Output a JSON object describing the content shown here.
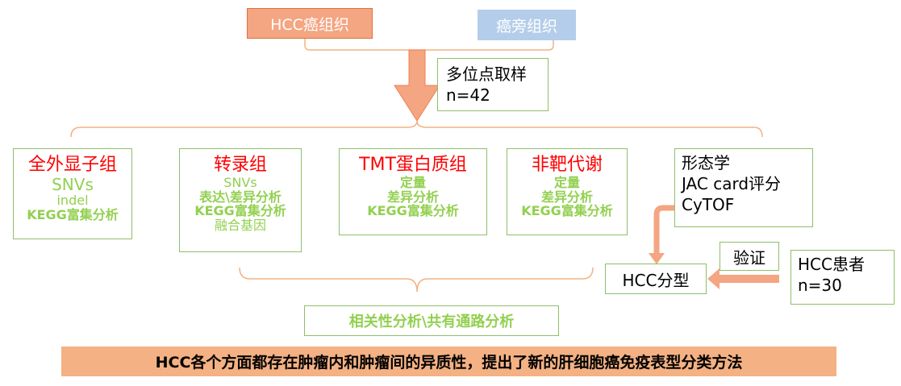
{
  "top": {
    "tumor_tissue": "HCC癌组织",
    "adjacent_tissue": "癌旁组织",
    "sampling_line1": "多位点取样",
    "sampling_line2": "n=42"
  },
  "omics": [
    {
      "title": "全外显子组",
      "lines": [
        "SNVs",
        "indel",
        "KEGG富集分析"
      ]
    },
    {
      "title": "转录组",
      "lines": [
        "SNVs",
        "表达\\差异分析",
        "KEGG富集分析",
        "融合基因"
      ]
    },
    {
      "title": "TMT蛋白质组",
      "lines": [
        "定量",
        "差异分析",
        "KEGG富集分析"
      ]
    },
    {
      "title": "非靶代谢",
      "lines": [
        "定量",
        "差异分析",
        "KEGG富集分析"
      ]
    }
  ],
  "morphology": {
    "lines": [
      "形态学",
      "JAC card评分",
      "CyTOF"
    ]
  },
  "validation": "验证",
  "patients": {
    "line1": "HCC患者",
    "line2": "n=30"
  },
  "hcc_typing": "HCC分型",
  "correlation": "相关性分析\\共有通路分析",
  "conclusion": "HCC各个方面都存在肿瘤内和肿瘤间的异质性，提出了新的肝细胞癌免疫表型分类方法",
  "colors": {
    "tumor_fill": "#f4a582",
    "tumor_border": "#e0703a",
    "adjacent_fill": "#b4cdea",
    "green_border": "#8fbf6a",
    "green_text": "#92d050",
    "red_title": "#ff0000",
    "brace": "#f4b183",
    "arrow": "#f4a582",
    "conclusion_fill": "#f4b183"
  }
}
